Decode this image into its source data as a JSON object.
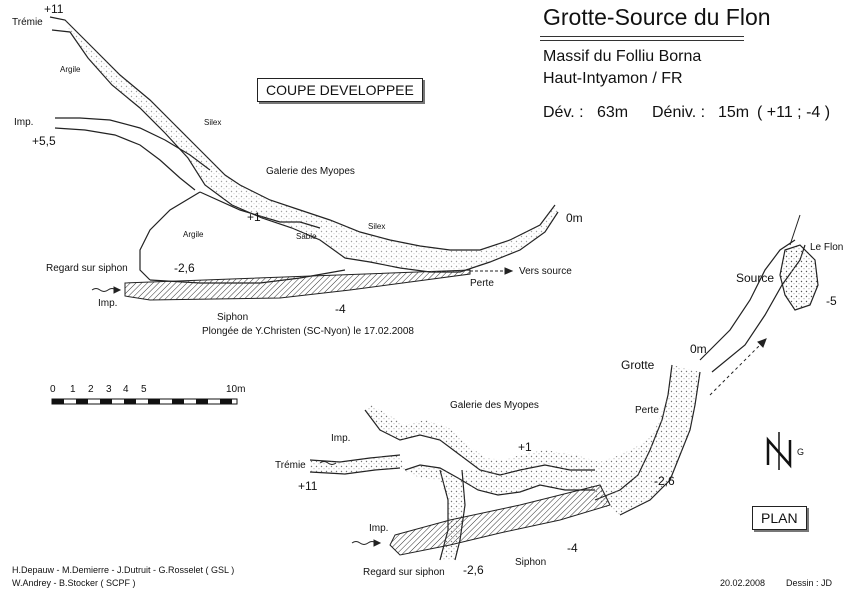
{
  "header": {
    "title": "Grotte-Source du Flon",
    "massif": "Massif du Folliu Borna",
    "region": "Haut-Intyamon / FR",
    "dev_label": "Dév. :",
    "dev_value": "63m",
    "deniv_label": "Déniv. :",
    "deniv_value": "15m",
    "deniv_range": "( +11 ; -4 )"
  },
  "section_view": {
    "title": "COUPE DEVELOPPEE",
    "labels": {
      "top": "+11",
      "tremie": "Trémie",
      "argile_top": "Argile",
      "imp_left": "Imp.",
      "plus55": "+5,5",
      "silex_top": "Silex",
      "galerie": "Galerie des Myopes",
      "plus1": "+1",
      "argile_mid": "Argile",
      "sable": "Sable",
      "silex_mid": "Silex",
      "zero": "0m",
      "regard": "Regard sur siphon",
      "minus26": "-2,6",
      "imp_bottom": "Imp.",
      "minus4": "-4",
      "perte": "Perte",
      "vers_source": "Vers source",
      "siphon": "Siphon",
      "plongee": "Plongée de Y.Christen (SC-Nyon) le 17.02.2008"
    }
  },
  "scale_bar": {
    "ticks": [
      "0",
      "1",
      "2",
      "3",
      "4",
      "5"
    ],
    "end": "10m"
  },
  "plan_view": {
    "title": "PLAN",
    "labels": {
      "le_flon": "Le Flon",
      "source": "Source",
      "minus5": "-5",
      "zero": "0m",
      "grotte": "Grotte",
      "perte": "Perte",
      "galerie": "Galerie des Myopes",
      "imp_top": "Imp.",
      "plus1": "+1",
      "tremie": "Trémie",
      "plus11": "+11",
      "minus26_right": "-2,6",
      "imp_bottom": "Imp.",
      "minus4": "-4",
      "regard": "Regard sur siphon",
      "minus26_bottom": "-2,6",
      "siphon": "Siphon",
      "north": "N",
      "north_g": "G"
    }
  },
  "footer": {
    "credits_line1": "H.Depauw - M.Demierre - J.Dutruit - G.Rosselet  ( GSL )",
    "credits_line2": "W.Andrey - B.Stocker  ( SCPF )",
    "date": "20.02.2008",
    "author": "Dessin : JD"
  }
}
